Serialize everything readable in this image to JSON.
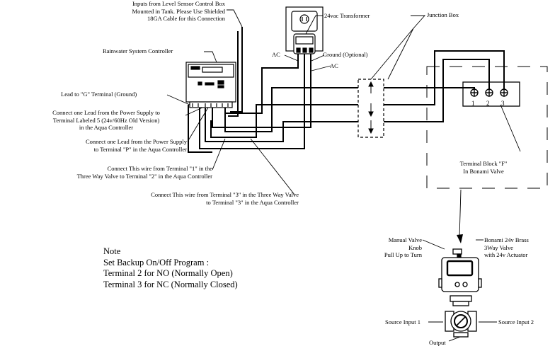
{
  "labels": {
    "inputs_line1": "Inputs from Level Sensor Control Box",
    "inputs_line2": "Mounted in Tank. Please Use Shielded",
    "inputs_line3": "18GA Cable for this Connection",
    "transformer": "24vac Transformer",
    "junction_box": "Junction Box",
    "rainwater_controller": "Rainwater System Controller",
    "ac_left": "AC",
    "ground_optional": "Ground (Optional)",
    "ac_right": "AC",
    "lead_g": "Lead to \"G\" Terminal (Ground)",
    "lead5_line1": "Connect one Lead from the Power Supply to",
    "lead5_line2": "Terminal Labeled 5 (24v/60Hz Old Version)",
    "lead5_line3": "in the Aqua Controller",
    "leadp_line1": "Connect one Lead from the Power Supply",
    "leadp_line2": "to Terminal \"P\" in the Aqua Controller",
    "wire1_line1": "Connect This wire from Terminal \"1\" in the",
    "wire1_line2": "Three Way Valve to Terminal \"2\" in the Aqua Controller",
    "wire3_line1": "Connect This wire from Terminal \"3\" in the Three Way Valve",
    "wire3_line2": "to Terminal \"3\" in the Aqua Controller",
    "terminal_block_line1": "Terminal Block \"F\"",
    "terminal_block_line2": "In Bonami Valve",
    "manual_valve_line1": "Manual Valve",
    "manual_valve_line2": "Knob",
    "manual_valve_line3": "Pull Up to Turn",
    "bonami_line1": "Bonami 24v Brass",
    "bonami_line2": "3Way Valve",
    "bonami_line3": "with 24v Actuator",
    "source_input_1": "Source Input 1",
    "source_input_2": "Source Input 2",
    "output": "Output"
  },
  "terminals": [
    "1",
    "2",
    "3"
  ],
  "note": {
    "title": "Note",
    "line1": "Set Backup On/Off Program :",
    "line2": "Terminal 2 for NO (Normally Open)",
    "line3": "Terminal 3 for NC (Normally Closed)"
  }
}
